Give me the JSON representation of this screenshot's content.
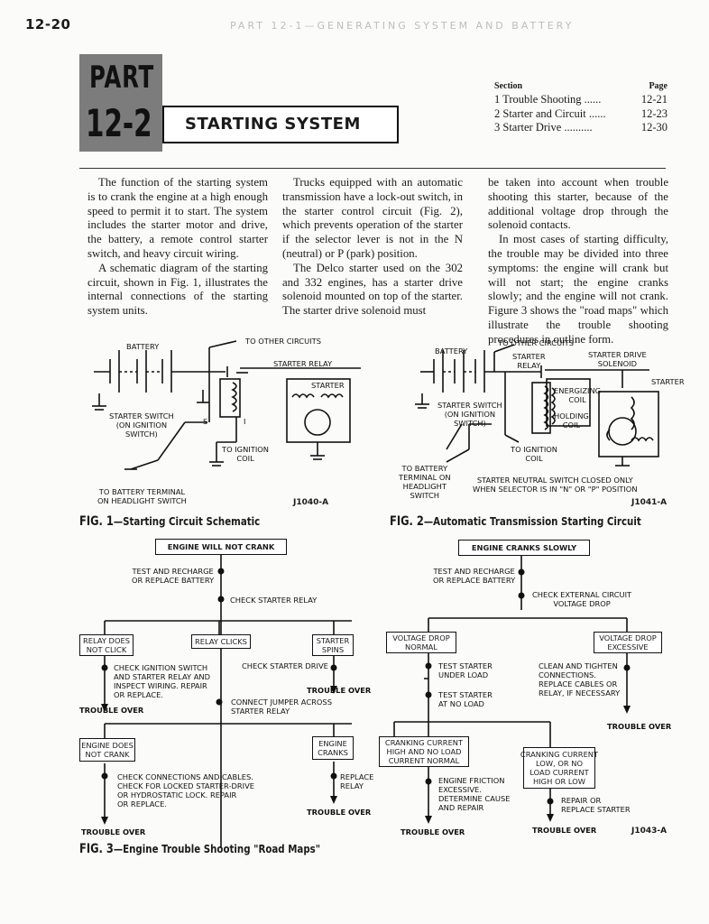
{
  "header": {
    "page_number": "12-20",
    "running_head": "PART 12-1—GENERATING SYSTEM AND BATTERY"
  },
  "title": {
    "part_word": "PART",
    "part_number": "12-2",
    "section_title": "STARTING SYSTEM"
  },
  "toc": {
    "section_label": "Section",
    "page_label": "Page",
    "items": [
      {
        "label": "1 Trouble Shooting ......",
        "page": "12-21"
      },
      {
        "label": "2 Starter and Circuit ......",
        "page": "12-23"
      },
      {
        "label": "3 Starter Drive ..........",
        "page": "12-30"
      }
    ]
  },
  "body": {
    "col1": [
      "The function of the starting system is to crank the engine at a high enough speed to permit it to start. The system includes the starter motor and drive, the battery, a remote control starter switch, and heavy circuit wiring.",
      "A schematic diagram of the starting circuit, shown in Fig. 1, illustrates the internal connections of the starting system units."
    ],
    "col2": [
      "Trucks equipped with an automatic transmission have a lock-out switch, in the starter control circuit (Fig. 2), which prevents operation of the starter if the selector lever is not in the N (neutral) or P (park) position.",
      "The Delco starter used on the 302 and 332 engines, has a starter drive solenoid mounted on top of the starter. The starter drive solenoid must"
    ],
    "col3": [
      "be taken into account when trouble shooting this starter, because of the additional voltage drop through the solenoid contacts.",
      "In most cases of starting difficulty, the trouble may be divided into three symptoms: the engine will crank but will not start; the engine cranks slowly; and the engine will not crank. Figure 3 shows the \"road maps\" which illustrate the trouble shooting procedures in outline form."
    ]
  },
  "fig1": {
    "labels": {
      "battery": "BATTERY",
      "other_circuits": "TO OTHER CIRCUITS",
      "starter_relay": "STARTER RELAY",
      "starter_switch": "STARTER SWITCH\n(ON IGNITION\nSWITCH)",
      "s": "S",
      "i": "I",
      "ignition_coil": "TO IGNITION\nCOIL",
      "starter": "STARTER",
      "battery_terminal": "TO BATTERY TERMINAL\nON HEADLIGHT SWITCH"
    },
    "code": "J1040-A",
    "caption_main": "FIG. 1",
    "caption_text": "—Starting Circuit Schematic"
  },
  "fig2": {
    "labels": {
      "other_circuits": "TO OTHER CIRCUITS",
      "battery": "BATTERY",
      "starter_relay": "STARTER\nRELAY",
      "starter_drive_solenoid": "STARTER DRIVE\nSOLENOID",
      "energizing_coil": "ENERGIZING\nCOIL",
      "starter": "STARTER",
      "holding_coil": "HOLDING\nCOIL",
      "starter_switch": "STARTER SWITCH\n(ON IGNITION\nSWITCH)",
      "ignition_coil": "TO IGNITION\nCOIL",
      "battery_terminal": "TO BATTERY\nTERMINAL ON\nHEADLIGHT\nSWITCH",
      "neutral_switch": "STARTER NEUTRAL SWITCH CLOSED ONLY\nWHEN SELECTOR IS IN \"N\" OR \"P\" POSITION"
    },
    "code": "J1041-A",
    "caption_main": "FIG. 2",
    "caption_text": "—Automatic Transmission Starting Circuit"
  },
  "fig3": {
    "left": {
      "top": "ENGINE WILL NOT CRANK",
      "test_battery": "TEST AND RECHARGE\nOR REPLACE BATTERY",
      "check_relay": "CHECK STARTER RELAY",
      "relay_does_not_click": "RELAY DOES\nNOT CLICK",
      "relay_clicks": "RELAY CLICKS",
      "starter_spins": "STARTER\nSPINS",
      "check_ignition": "CHECK IGNITION SWITCH\nAND STARTER RELAY AND\nINSPECT WIRING. REPAIR\nOR REPLACE.",
      "check_drive": "CHECK STARTER DRIVE",
      "trouble_over_1": "TROUBLE OVER",
      "trouble_over_2": "TROUBLE OVER",
      "connect_jumper": "CONNECT JUMPER ACROSS\nSTARTER RELAY",
      "engine_does_not_crank": "ENGINE DOES\nNOT CRANK",
      "engine_cranks": "ENGINE\nCRANKS",
      "check_connections": "CHECK CONNECTIONS AND CABLES.\nCHECK FOR LOCKED STARTER-DRIVE\nOR HYDROSTATIC LOCK. REPAIR\nOR REPLACE.",
      "replace_relay": "REPLACE\nRELAY",
      "trouble_over_3": "TROUBLE OVER",
      "trouble_over_4": "TROUBLE OVER"
    },
    "right": {
      "top": "ENGINE CRANKS SLOWLY",
      "test_battery": "TEST AND RECHARGE\nOR REPLACE BATTERY",
      "check_external": "CHECK EXTERNAL CIRCUIT\nVOLTAGE DROP",
      "voltage_normal": "VOLTAGE DROP\nNORMAL",
      "voltage_excessive": "VOLTAGE DROP\nEXCESSIVE",
      "test_under_load": "TEST STARTER\nUNDER LOAD",
      "test_no_load": "TEST STARTER\nAT NO LOAD",
      "clean_tighten": "CLEAN AND TIGHTEN\nCONNECTIONS.\nREPLACE CABLES OR\nRELAY, IF NECESSARY",
      "trouble_over_1": "TROUBLE OVER",
      "cranking_normal": "CRANKING CURRENT\nHIGH AND NO LOAD\nCURRENT NORMAL",
      "engine_friction": "ENGINE FRICTION\nEXCESSIVE.\nDETERMINE CAUSE\nAND REPAIR",
      "trouble_over_2": "TROUBLE OVER",
      "cranking_low": "CRANKING CURRENT\nLOW, OR NO\nLOAD CURRENT\nHIGH OR LOW",
      "repair_replace": "REPAIR OR\nREPLACE STARTER",
      "trouble_over_3": "TROUBLE OVER"
    },
    "code": "J1043-A",
    "caption_main": "FIG. 3",
    "caption_text": "—Engine Trouble Shooting \"Road Maps\""
  }
}
